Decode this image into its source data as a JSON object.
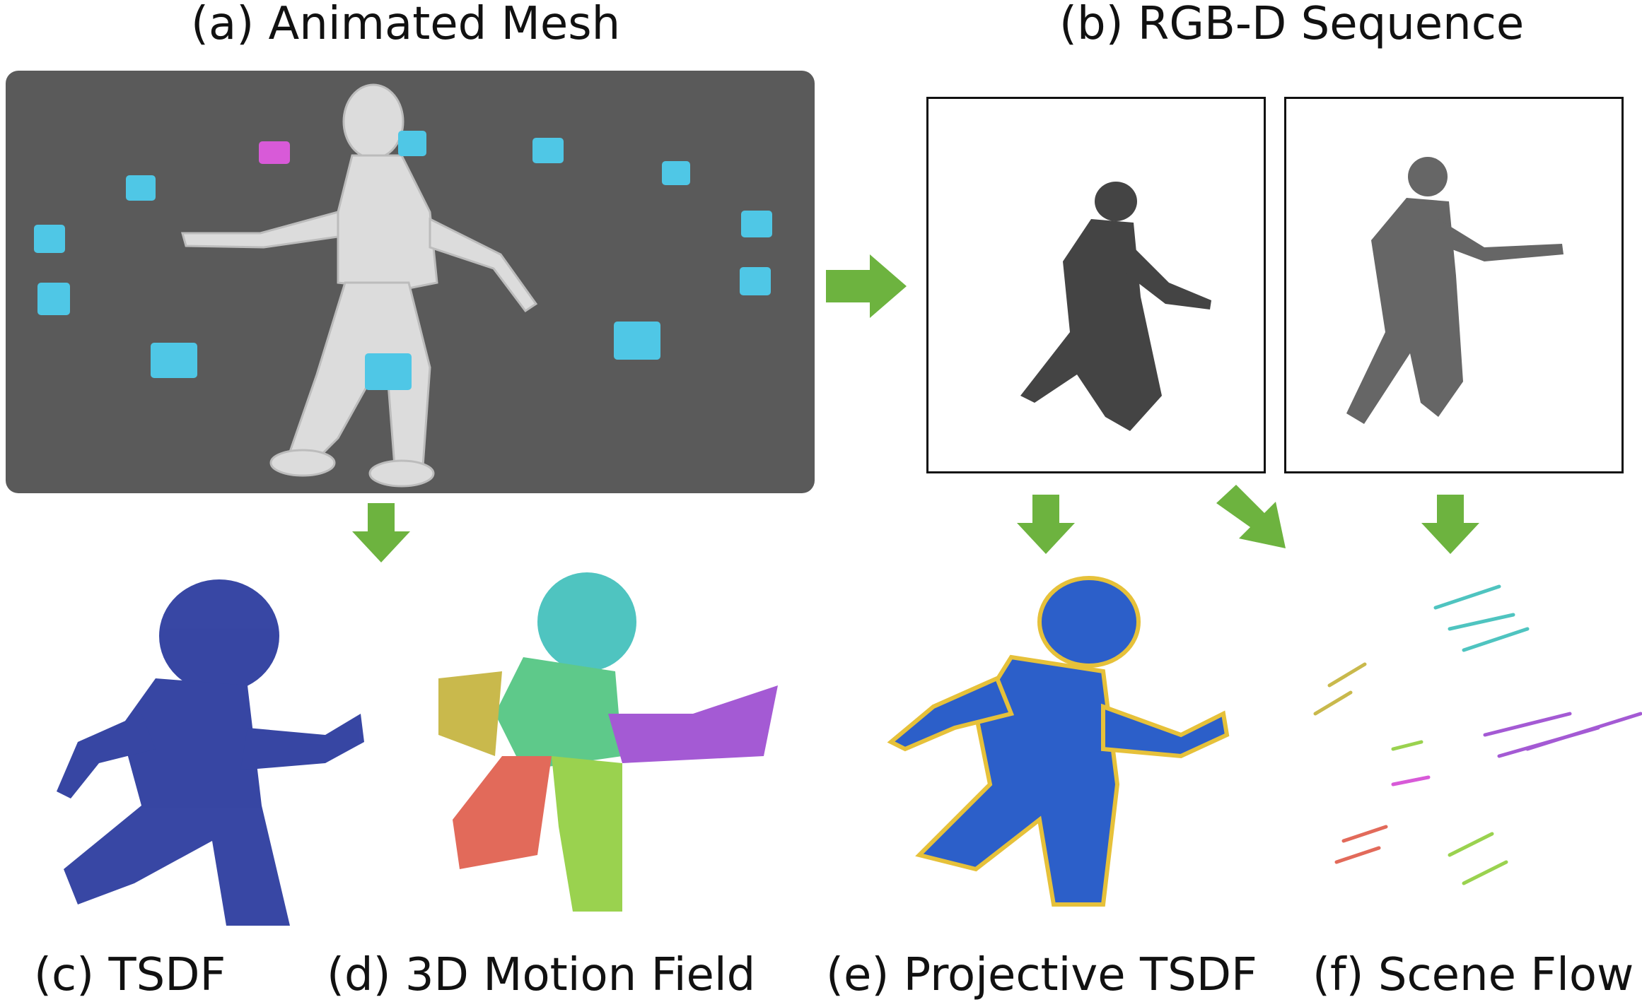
{
  "captions": {
    "a": "(a) Animated Mesh",
    "b": "(b) RGB-D Sequence",
    "c": "(c) TSDF",
    "d": "(d) 3D Motion Field",
    "e": "(e) Projective TSDF",
    "f": "(f) Scene Flow"
  },
  "colors": {
    "mesh_background": "#5a5a5a",
    "camera": "#4fc7e6",
    "selected_camera": "#d85ad8",
    "arrow": "#6db33f",
    "tsdf": "#22339a"
  },
  "icons": [
    "camera-icon",
    "right-arrow-icon",
    "down-arrow-icon",
    "diagonal-arrow-icon"
  ]
}
